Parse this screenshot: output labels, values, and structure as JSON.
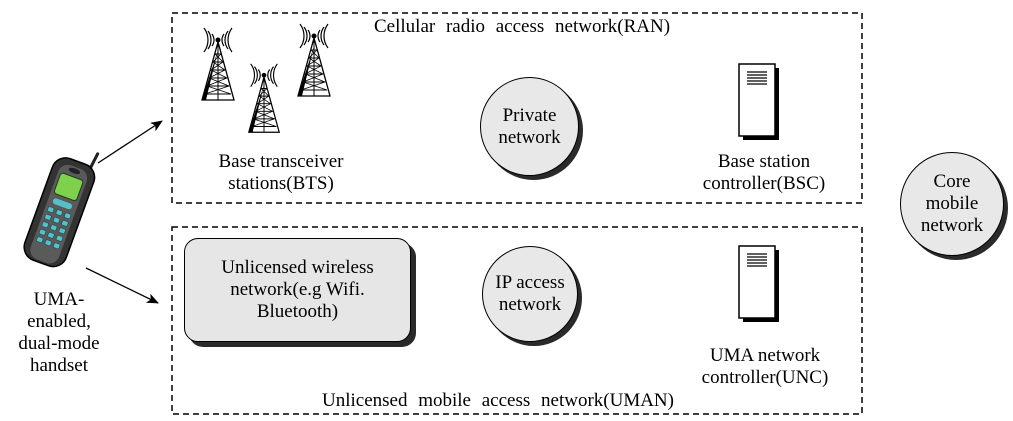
{
  "ran": {
    "title": "Cellular radio access network(RAN)",
    "bts_label": [
      "Base transceiver",
      "stations(BTS)"
    ],
    "private_network": [
      "Private",
      "network"
    ],
    "bsc_label": [
      "Base station",
      "controller(BSC)"
    ]
  },
  "uman": {
    "title": "Unlicensed mobile access network(UMAN)",
    "wireless_box": [
      "Unlicensed wireless",
      "network(e.g Wifi.",
      "Bluetooth)"
    ],
    "ip_access": [
      "IP access",
      "network"
    ],
    "unc_label": [
      "UMA network",
      "controller(UNC)"
    ]
  },
  "core": [
    "Core",
    "mobile",
    "network"
  ],
  "handset": [
    "UMA-",
    "enabled,",
    "dual-mode",
    "handset"
  ],
  "icons": {
    "tower": "cell-tower-icon",
    "server": "server-icon",
    "phone": "mobile-phone-icon"
  },
  "colors": {
    "bubble_fill": "#e8e8e8",
    "shadow": "#2a2a2a",
    "phone_screen": "#7fd04c",
    "phone_keys": "#56c0c8"
  }
}
